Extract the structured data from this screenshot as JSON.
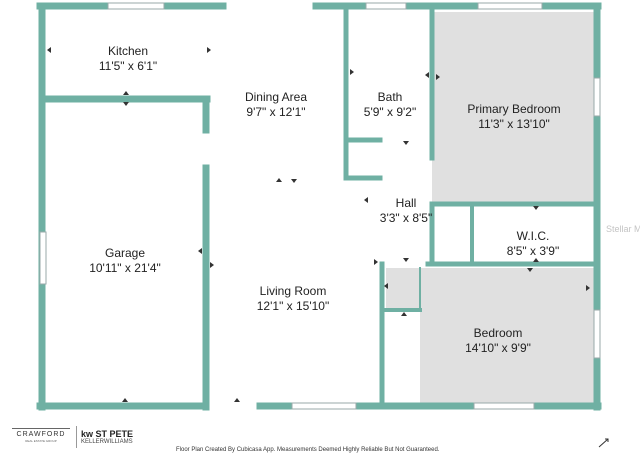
{
  "rooms": [
    {
      "id": "kitchen",
      "name": "Kitchen",
      "dims": "11'5\" x 6'1\""
    },
    {
      "id": "dining",
      "name": "Dining Area",
      "dims": "9'7\" x 12'1\""
    },
    {
      "id": "bath",
      "name": "Bath",
      "dims": "5'9\" x 9'2\""
    },
    {
      "id": "primary",
      "name": "Primary Bedroom",
      "dims": "11'3\" x 13'10\""
    },
    {
      "id": "hall",
      "name": "Hall",
      "dims": "3'3\" x 8'5\""
    },
    {
      "id": "wic",
      "name": "W.I.C.",
      "dims": "8'5\" x 3'9\""
    },
    {
      "id": "garage",
      "name": "Garage",
      "dims": "10'11\" x 21'4\""
    },
    {
      "id": "living",
      "name": "Living Room",
      "dims": "12'1\" x 15'10\""
    },
    {
      "id": "bedroom",
      "name": "Bedroom",
      "dims": "14'10\" x 9'9\""
    }
  ],
  "footer": {
    "crawford": "CRAWFORD",
    "crawford_sub": "REAL ESTATE GROUP",
    "kw_line1": "kw ST PETE",
    "kw_line2": "KELLERWILLIAMS",
    "note": "Floor Plan Created By Cubicasa App. Measurements Deemed Highly Reliable But Not Guaranteed."
  },
  "watermark": "Stellar MLS",
  "colors": {
    "wall": "#6fb0a3",
    "shaded_room": "#e0e0e0",
    "background": "#ffffff"
  },
  "icons": [
    "north-arrow-icon"
  ]
}
